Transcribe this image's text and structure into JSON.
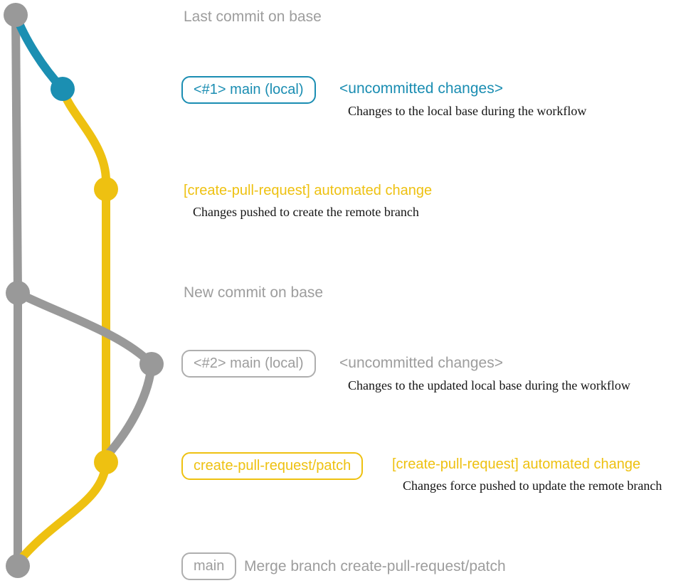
{
  "colors": {
    "gray": "#999999",
    "teal": "#1b8fb2",
    "yellow": "#eec111",
    "gray_text": "#9d9d9d",
    "ink": "#141414"
  },
  "annotations": {
    "last_commit_on_base": "Last commit on base",
    "new_commit_on_base": "New commit on base",
    "r1": {
      "badge": "<#1> main (local)",
      "title": "<uncommitted changes>",
      "desc": "Changes to the local base during the workflow"
    },
    "r2": {
      "title": "[create-pull-request] automated change",
      "desc": "Changes pushed to create the remote branch"
    },
    "r4": {
      "badge": "<#2> main (local)",
      "title": "<uncommitted changes>",
      "desc": "Changes to the updated local base during the workflow"
    },
    "r5": {
      "badge": "create-pull-request/patch",
      "title": "[create-pull-request] automated change",
      "desc": "Changes force pushed to update the remote branch"
    },
    "r6": {
      "badge": "main",
      "title": "Merge branch create-pull-request/patch"
    }
  }
}
